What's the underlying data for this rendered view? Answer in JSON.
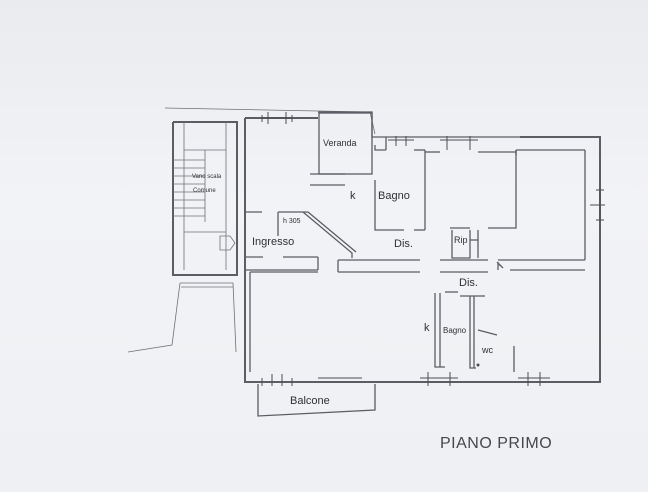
{
  "plan": {
    "title": "PIANO PRIMO",
    "rooms": {
      "veranda": "Veranda",
      "vano_scala_1": "Vano scala",
      "vano_scala_2": "Comune",
      "k_upper": "k",
      "bagno_upper": "Bagno",
      "h_label": "h 305",
      "ingresso": "Ingresso",
      "dis_upper": "Dis.",
      "rip": "Rip",
      "dis_lower": "Dis.",
      "k_lower": "k",
      "bagno_lower": "Bagno",
      "wc": "wc",
      "balcone": "Balcone"
    }
  }
}
